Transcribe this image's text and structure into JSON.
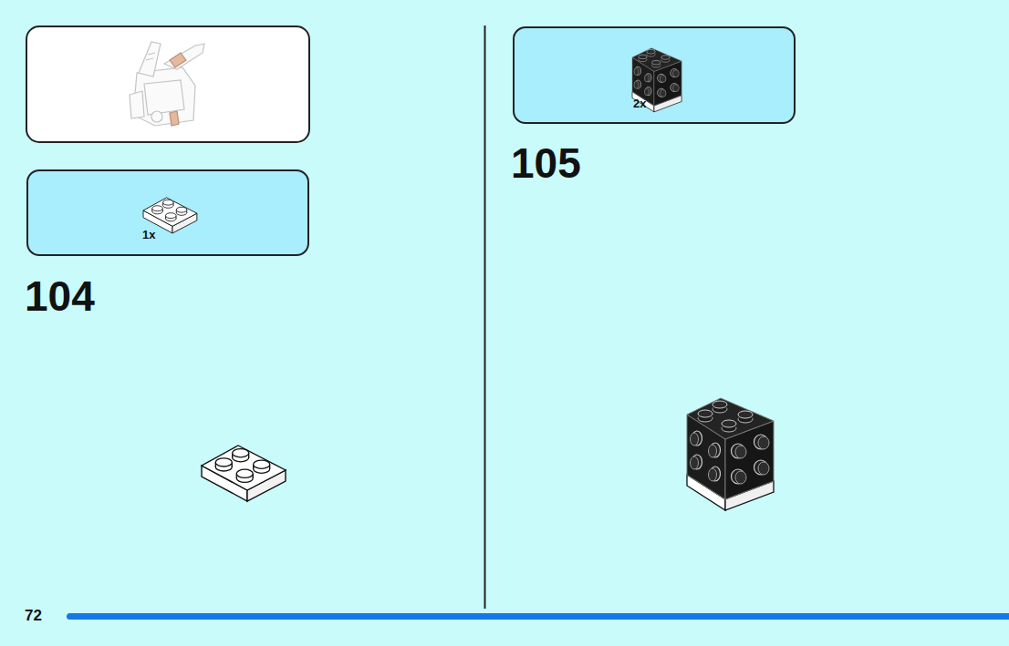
{
  "diagram": {
    "nodes": [
      {
        "text": [
          "1x"
        ]
      },
      {
        "text": [
          "2x"
        ]
      }
    ],
    "labels": [
      "104",
      "105",
      "72"
    ]
  }
}
